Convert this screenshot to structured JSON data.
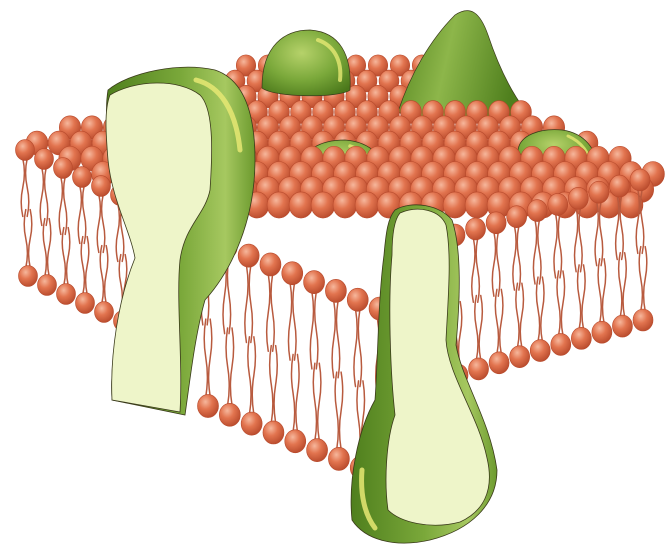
{
  "diagram": {
    "labels": [],
    "colors": {
      "background": "#ffffff",
      "phospholipid_head": "#e2744f",
      "phospholipid_head_dark": "#b84a2c",
      "phospholipid_head_highlight": "#f6b79c",
      "phospholipid_tail": "#b85a3e",
      "protein_green_dark": "#4f7f1d",
      "protein_green": "#7aa83a",
      "protein_green_light": "#a6c860",
      "protein_highlight": "#e6e873",
      "protein_cut_face": "#eef5c9",
      "outline": "#3a3a1a"
    },
    "icons": {
      "bilayer": "phospholipid-bilayer",
      "phospholipid": "phospholipid-molecule",
      "integral_protein": "transmembrane-protein",
      "peripheral_protein": "peripheral-protein"
    }
  }
}
